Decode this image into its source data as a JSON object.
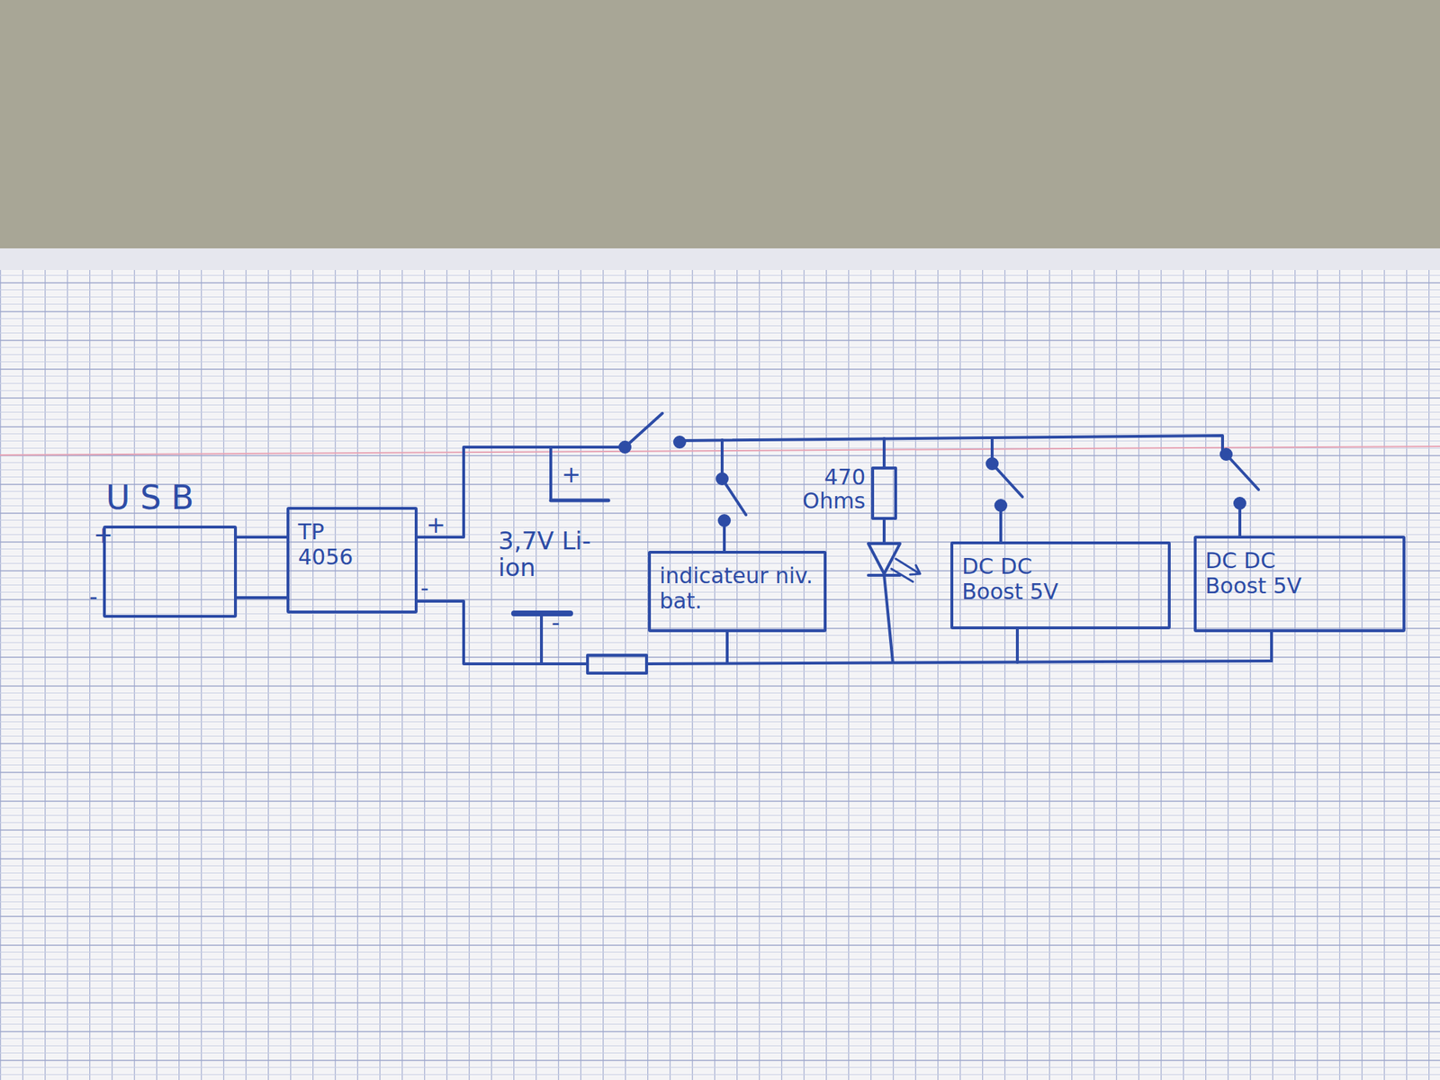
{
  "diagram": {
    "nodes": [
      {
        "text": [
          "USB"
        ]
      },
      {
        "text": [
          "TP 4056"
        ]
      },
      {
        "text": [
          "indicateur niv. bat."
        ]
      },
      {
        "text": [
          "DC DC Boost 5V"
        ]
      },
      {
        "text": [
          "DC DC Boost 5V"
        ]
      }
    ],
    "edges": [
      {
        "from": 0,
        "to": 1,
        "arrow": "none"
      },
      {
        "from": 0,
        "to": 1,
        "arrow": "none"
      }
    ],
    "labels": [
      "+",
      "-",
      "+",
      "-",
      "+",
      "3,7V Li-ion",
      "-",
      "470 Ohms"
    ]
  }
}
